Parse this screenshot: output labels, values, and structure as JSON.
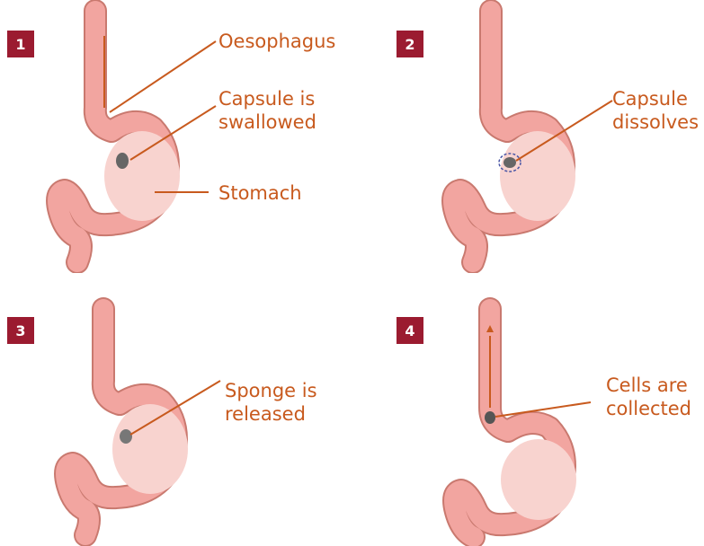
{
  "colors": {
    "badge": "#9b1b30",
    "arrow": "#c85a1e",
    "tissue": "#f2a5a0",
    "tissue_outline": "#c9796f",
    "stomach_fill": "#f8d3cf"
  },
  "panels": [
    {
      "number": "1",
      "labels": [
        "Oesophagus",
        "Capsule is\nswallowed",
        "Stomach"
      ]
    },
    {
      "number": "2",
      "labels": [
        "Capsule\ndissolves"
      ]
    },
    {
      "number": "3",
      "labels": [
        "Sponge is\nreleased"
      ]
    },
    {
      "number": "4",
      "labels": [
        "Cells are\ncollected"
      ]
    }
  ]
}
